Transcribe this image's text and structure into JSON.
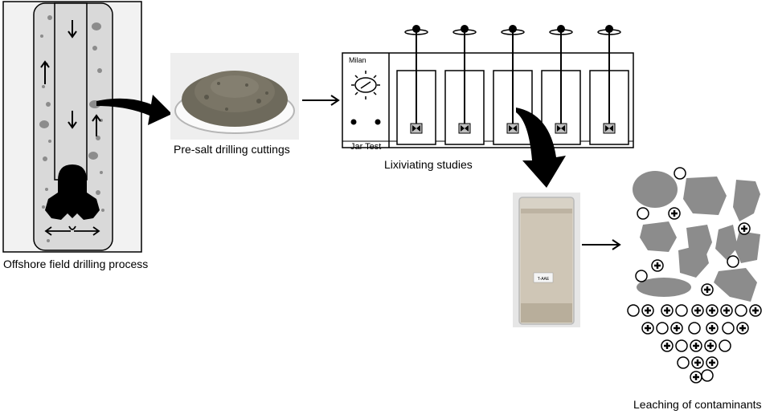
{
  "labels": {
    "drilling": "Offshore field drilling process",
    "cuttings": "Pre-salt drilling cuttings",
    "lixiviating": "Lixiviating studies",
    "leaching": "Leaching of contaminants"
  },
  "jar_test": {
    "brand": "Milan",
    "name": "Jar Test",
    "jar_count": 5
  },
  "beaker": {
    "tag": "T-AAE"
  },
  "colors": {
    "well_bg": "#f2f2f2",
    "well_fill": "#d9d9d9",
    "particle": "#8c8c8c",
    "cuttings": "#6e6a5c",
    "beaker_liquid": "#cfc6b6",
    "jar_border": "#000000"
  }
}
